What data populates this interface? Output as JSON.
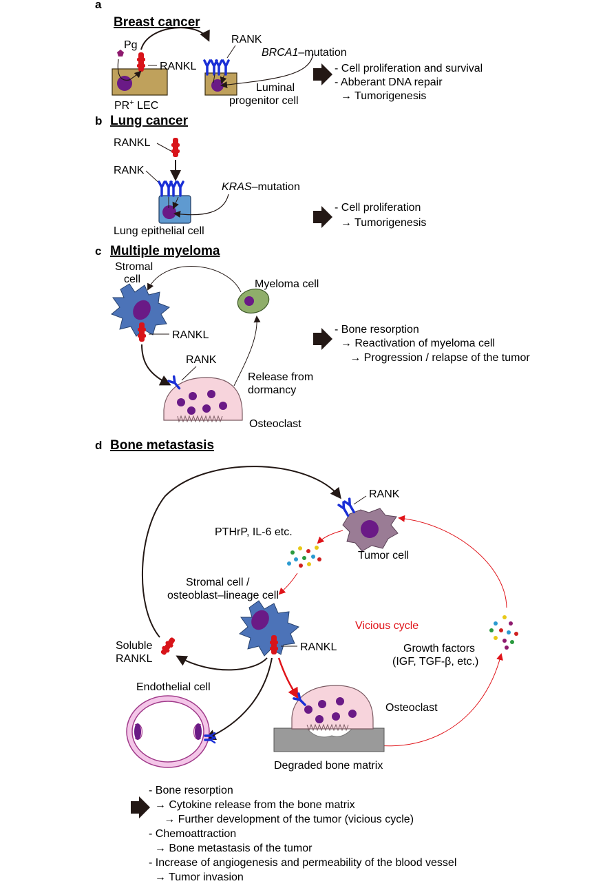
{
  "panels": {
    "a": {
      "letter": "a",
      "title": "Breast cancer",
      "labels": {
        "pg": "Pg",
        "rankl": "RANKL",
        "rank": "RANK",
        "mutation_gene": "BRCA1",
        "mutation_suffix": "–mutation",
        "pr_lec": "PR",
        "pr_sup": "+",
        "pr_lec_rest": " LEC",
        "luminal_1": "Luminal",
        "luminal_2": "progenitor cell"
      },
      "outcomes": [
        "- Cell proliferation and survival",
        "- Abberant DNA repair",
        "  → Tumorigenesis"
      ]
    },
    "b": {
      "letter": "b",
      "title": "Lung cancer",
      "labels": {
        "rankl": "RANKL",
        "rank": "RANK",
        "mutation_gene": "KRAS",
        "mutation_suffix": "–mutation",
        "cell": "Lung epithelial cell"
      },
      "outcomes": [
        "- Cell proliferation",
        "  → Tumorigenesis"
      ]
    },
    "c": {
      "letter": "c",
      "title": "Multiple myeloma",
      "labels": {
        "stromal_1": "Stromal",
        "stromal_2": "cell",
        "myeloma": "Myeloma cell",
        "rankl": "RANKL",
        "rank": "RANK",
        "release_1": "Release from",
        "release_2": "dormancy",
        "osteoclast": "Osteoclast"
      },
      "outcomes": [
        "- Bone resorption",
        "  → Reactivation of myeloma cell",
        "     → Progression / relapse of the tumor"
      ]
    },
    "d": {
      "letter": "d",
      "title": "Bone metastasis",
      "labels": {
        "rank": "RANK",
        "pthrp": "PTHrP, IL-6 etc.",
        "tumor": "Tumor cell",
        "stromal_1": "Stromal cell /",
        "stromal_2": "osteoblast–lineage cell",
        "vicious": "Vicious cycle",
        "soluble_1": "Soluble",
        "soluble_2": "RANKL",
        "rankl": "RANKL",
        "growth_1": "Growth factors",
        "growth_2": "(IGF, TGF-β, etc.)",
        "endothelial": "Endothelial cell",
        "osteoclast": "Osteoclast",
        "degraded": "Degraded bone matrix"
      },
      "outcomes": [
        "- Bone resorption",
        "  → Cytokine release from the bone matrix",
        "     → Further development of the tumor (vicious cycle)",
        "- Chemoattraction",
        "  → Bone metastasis of the tumor",
        "- Increase of angiogenesis and permeability of the blood vessel",
        "  → Tumor invasion"
      ]
    }
  },
  "colors": {
    "rankl": "#d8141a",
    "rank": "#1a2fd6",
    "nucleus": "#6a1a86",
    "lec_cell": "#bfa15c",
    "lung_cell": "#5f9ad0",
    "stromal": "#4c73b8",
    "myeloma": "#8fae6a",
    "osteoclast": "#f7d4dc",
    "tumor": "#9a7c95",
    "vicious": "#e0141a",
    "bone": "#9a9a9a"
  }
}
